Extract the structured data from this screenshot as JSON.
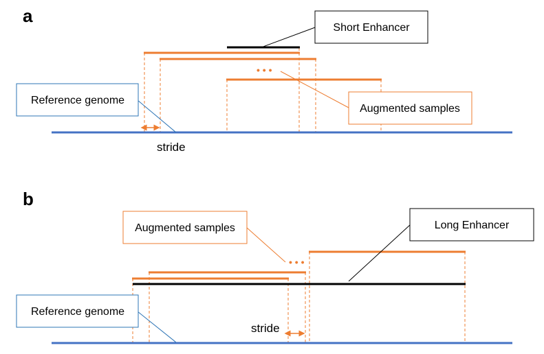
{
  "panels": {
    "a": {
      "letter": "a",
      "enhancer_label": "Short Enhancer",
      "samples_label": "Augmented samples",
      "genome_label": "Reference genome",
      "stride_label": "stride",
      "ellipsis": "• • •"
    },
    "b": {
      "letter": "b",
      "enhancer_label": "Long Enhancer",
      "samples_label": "Augmented samples",
      "genome_label": "Reference genome",
      "stride_label": "stride",
      "ellipsis": "• • •"
    }
  },
  "colors": {
    "genome": "#4472c4",
    "sample": "#ed7d31",
    "enhancer": "#000000",
    "label_box_orange": "#ed7d31",
    "label_box_blue": "#2e75b6",
    "label_box_black": "#000000"
  }
}
